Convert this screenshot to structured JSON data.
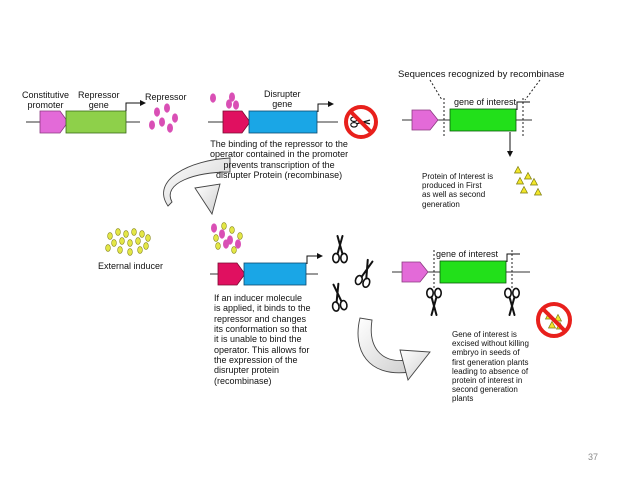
{
  "colors": {
    "promoter": "#e36ad8",
    "repressor_gene": "#8ed04a",
    "repressor_protein": "#d94fb5",
    "disrupter_promoter": "#e01060",
    "disrupter_gene": "#1aa6e6",
    "gene_of_interest": "#22e01a",
    "inducer": "#e3e645",
    "protein_of_interest": "#f2e629",
    "prohibition": "#e8201c"
  },
  "labels": {
    "constitutive_promoter": "Constitutive\npromoter",
    "repressor_gene": "Repressor\ngene",
    "repressor": "Repressor",
    "disrupter_gene": "Disrupter\ngene",
    "sequences_recognized": "Sequences recognized by recombinase",
    "gene_of_interest_top": "gene of interest",
    "binding_text": "The binding of the repressor to the\noperator contained in the promoter\nprevents transcription of the\ndisrupter Protein (recombinase)",
    "protein_of_interest_text": "Protein of Interest is\nproduced    in   First\nas well as second\ngeneration",
    "external_inducer": "External inducer",
    "gene_of_interest_bottom": "gene of interest",
    "inducer_text": "If an inducer molecule\nis applied, it binds to the\nrepressor and changes\nits conformation so that\nit is unable to bind the\noperator. This allows for\nthe expression of  the\ndisrupter protein\n(recombinase)",
    "excised_text": "Gene of interest is\nexcised without killing\nembryo in seeds of\nfirst generation plants\nleading to absence of\nprotein of interest in\nsecond generation\nplants"
  },
  "page_number": "37"
}
